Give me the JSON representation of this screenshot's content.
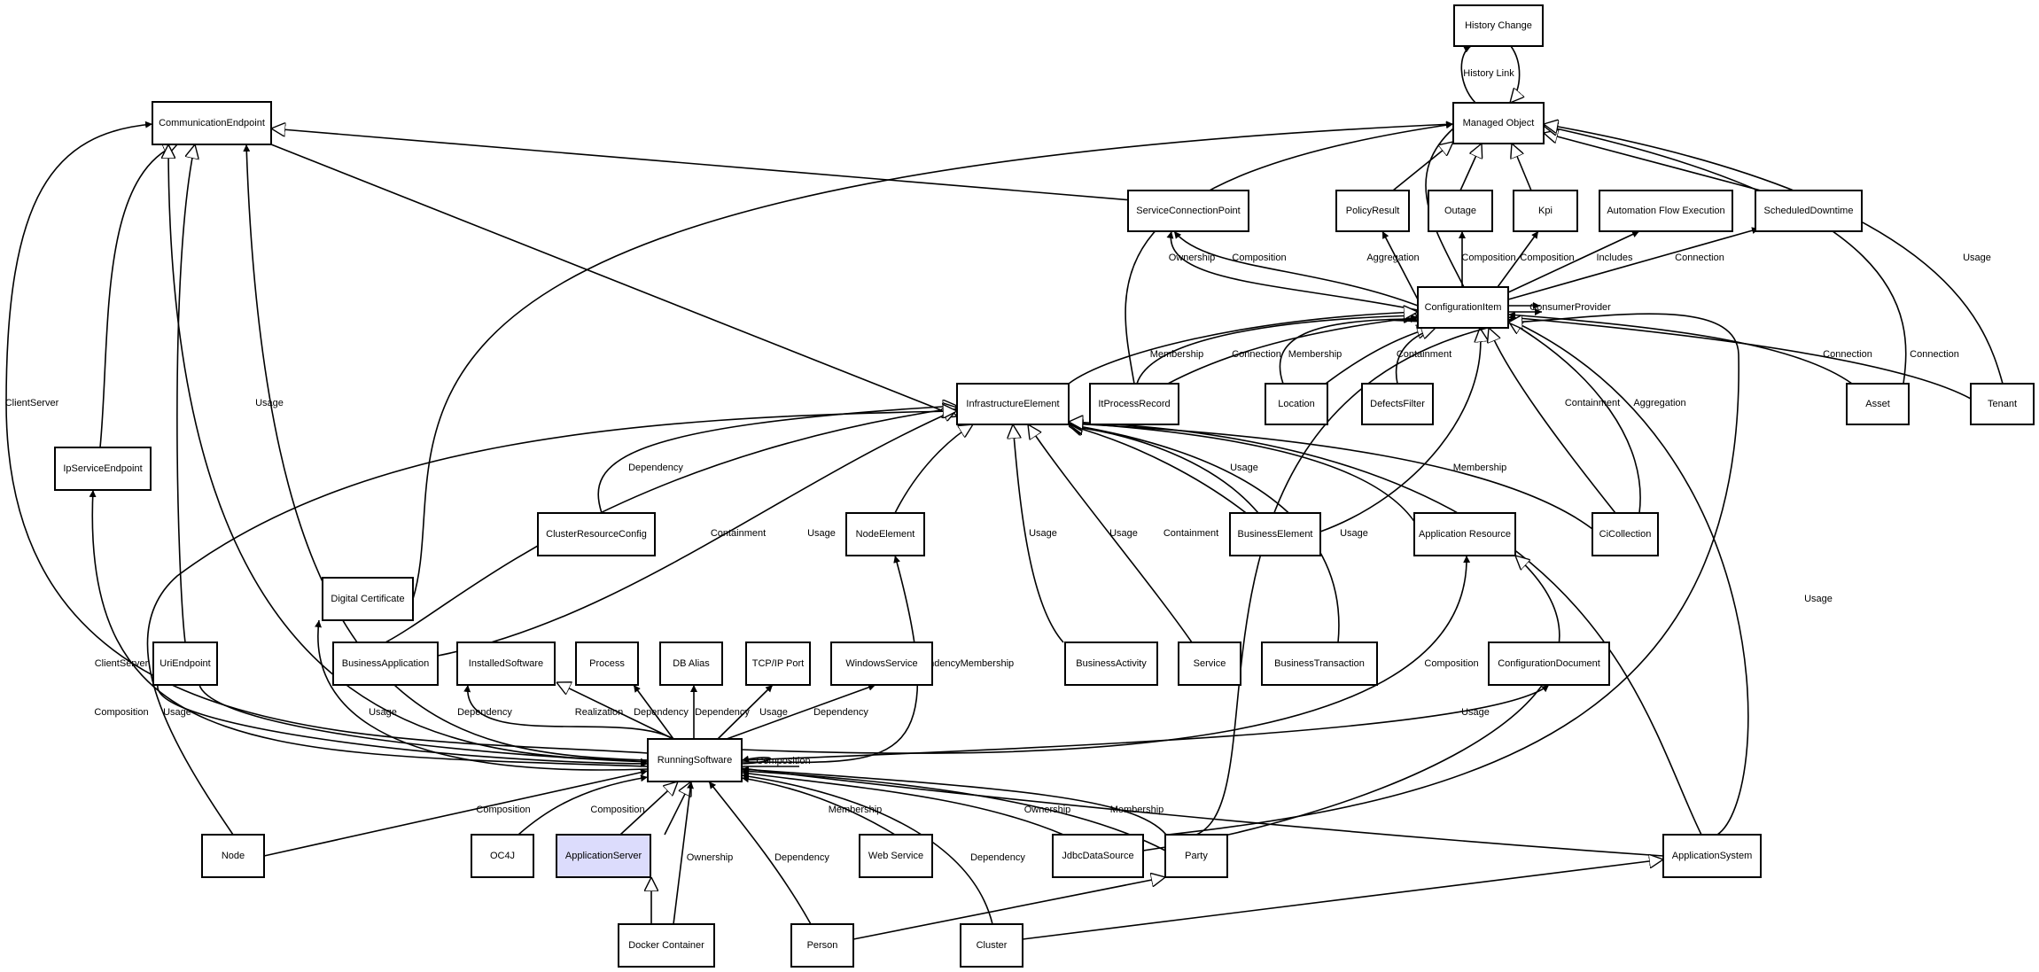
{
  "diagram": {
    "nodes": [
      {
        "id": "history_change",
        "label": "History Change"
      },
      {
        "id": "managed_object",
        "label": "Managed Object"
      },
      {
        "id": "communication_endpoint",
        "label": "CommunicationEndpoint"
      },
      {
        "id": "policy_result",
        "label": "PolicyResult"
      },
      {
        "id": "outage",
        "label": "Outage"
      },
      {
        "id": "kpi",
        "label": "Kpi"
      },
      {
        "id": "automation_flow_execution",
        "label": "Automation Flow Execution"
      },
      {
        "id": "scheduled_downtime",
        "label": "ScheduledDowntime"
      },
      {
        "id": "service_connection_point",
        "label": "ServiceConnectionPoint"
      },
      {
        "id": "configuration_item",
        "label": "ConfigurationItem"
      },
      {
        "id": "infrastructure_element",
        "label": "InfrastructureElement"
      },
      {
        "id": "it_process_record",
        "label": "ItProcessRecord"
      },
      {
        "id": "location",
        "label": "Location"
      },
      {
        "id": "defects_filter",
        "label": "DefectsFilter"
      },
      {
        "id": "asset",
        "label": "Asset"
      },
      {
        "id": "tenant",
        "label": "Tenant"
      },
      {
        "id": "ip_service_endpoint",
        "label": "IpServiceEndpoint"
      },
      {
        "id": "cluster_resource_config",
        "label": "ClusterResourceConfig"
      },
      {
        "id": "node_element",
        "label": "NodeElement"
      },
      {
        "id": "business_element",
        "label": "BusinessElement"
      },
      {
        "id": "application_resource",
        "label": "Application Resource"
      },
      {
        "id": "ci_collection",
        "label": "CiCollection"
      },
      {
        "id": "digital_certificate",
        "label": "Digital Certificate"
      },
      {
        "id": "uri_endpoint",
        "label": "UriEndpoint"
      },
      {
        "id": "business_application",
        "label": "BusinessApplication"
      },
      {
        "id": "installed_software",
        "label": "InstalledSoftware"
      },
      {
        "id": "process",
        "label": "Process"
      },
      {
        "id": "db_alias",
        "label": "DB Alias"
      },
      {
        "id": "tcpip_port",
        "label": "TCP/IP Port"
      },
      {
        "id": "windows_service",
        "label": "WindowsService"
      },
      {
        "id": "business_activity",
        "label": "BusinessActivity"
      },
      {
        "id": "service",
        "label": "Service"
      },
      {
        "id": "business_transaction",
        "label": "BusinessTransaction"
      },
      {
        "id": "configuration_document",
        "label": "ConfigurationDocument"
      },
      {
        "id": "running_software",
        "label": "RunningSoftware"
      },
      {
        "id": "node",
        "label": "Node"
      },
      {
        "id": "oc4j",
        "label": "OC4J"
      },
      {
        "id": "application_server",
        "label": "ApplicationServer"
      },
      {
        "id": "web_service",
        "label": "Web Service"
      },
      {
        "id": "jdbc_data_source",
        "label": "JdbcDataSource"
      },
      {
        "id": "party",
        "label": "Party"
      },
      {
        "id": "application_system",
        "label": "ApplicationSystem"
      },
      {
        "id": "docker_container",
        "label": "Docker Container"
      },
      {
        "id": "person",
        "label": "Person"
      },
      {
        "id": "cluster",
        "label": "Cluster"
      }
    ],
    "edge_labels": [
      "History Link",
      "Aggregation",
      "Composition",
      "Composition",
      "Includes",
      "Connection",
      "Ownership",
      "Composition",
      "ConsumerProvider",
      "Membership",
      "Connection",
      "Membership",
      "Containment",
      "Connection",
      "Connection",
      "ClientServer",
      "Usage",
      "Dependency",
      "Containment",
      "Usage",
      "Usage",
      "Usage",
      "Usage",
      "Containment",
      "Usage",
      "Usage",
      "Membership",
      "Containment",
      "Aggregation",
      "Usage",
      "Usage",
      "Composition",
      "ClientServer",
      "Usage",
      "Dependency",
      "Realization",
      "Dependency",
      "Dependency",
      "Usage",
      "Dependency",
      "Composition",
      "Usage",
      "DependencyMembership",
      "Composition",
      "Composition",
      "Composition",
      "Ownership",
      "Dependency",
      "Membership",
      "Dependency",
      "Ownership",
      "Membership"
    ]
  }
}
